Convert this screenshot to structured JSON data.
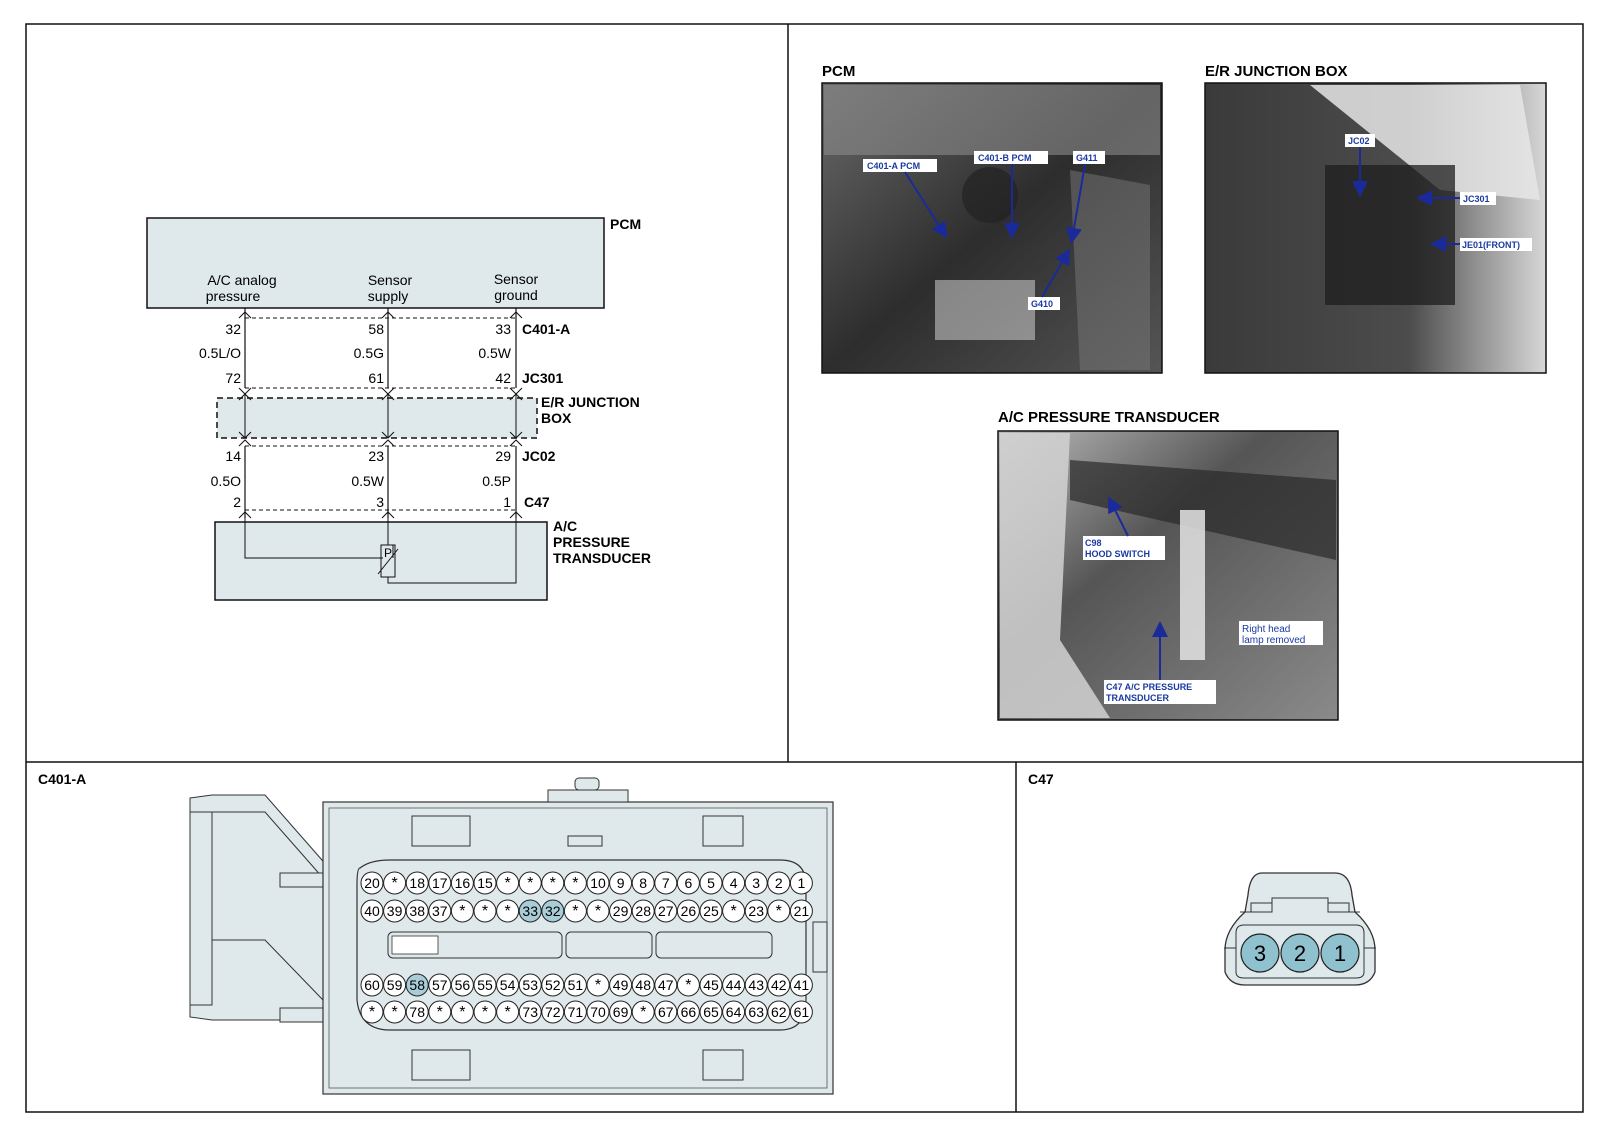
{
  "schematic": {
    "pcm_label": "PCM",
    "signals": [
      "A/C analog\npressure",
      "Sensor\nsupply",
      "Sensor\nground"
    ],
    "top_pins": [
      "32",
      "58",
      "33"
    ],
    "top_connector": "C401-A",
    "top_wires": [
      "0.5L/O",
      "0.5G",
      "0.5W"
    ],
    "mid_pins": [
      "72",
      "61",
      "42"
    ],
    "mid_connector": "JC301",
    "junction_box": "E/R  JUNCTION\nBOX",
    "low_pins": [
      "14",
      "23",
      "29"
    ],
    "low_connector": "JC02",
    "low_wires": [
      "0.5O",
      "0.5W",
      "0.5P"
    ],
    "bottom_pins": [
      "2",
      "3",
      "1"
    ],
    "bottom_connector": "C47",
    "transducer_label": "A/C\nPRESSURE\nTRANSDUCER",
    "sensor_symbol": "P"
  },
  "photos": {
    "pcm": {
      "title": "PCM",
      "labels": [
        "C401-A PCM",
        "C401-B PCM",
        "G411",
        "G410"
      ]
    },
    "er_junction_box": {
      "title": "E/R JUNCTION BOX",
      "labels": [
        "JC02",
        "JC301",
        "JE01(FRONT)"
      ]
    },
    "ac_transducer": {
      "title": "A/C PRESSURE TRANSDUCER",
      "labels": [
        "C98\nHOOD SWITCH",
        "Right head\nlamp removed",
        "C47 A/C PRESSURE\nTRANSDUCER"
      ]
    }
  },
  "connector_c401a": {
    "title": "C401-A",
    "rows": [
      [
        "20",
        "*",
        "18",
        "17",
        "16",
        "15",
        "*",
        "*",
        "*",
        "*",
        "10",
        "9",
        "8",
        "7",
        "6",
        "5",
        "4",
        "3",
        "2",
        "1"
      ],
      [
        "40",
        "39",
        "38",
        "37",
        "*",
        "*",
        "*",
        "33",
        "32",
        "*",
        "*",
        "29",
        "28",
        "27",
        "26",
        "25",
        "*",
        "23",
        "*",
        "21"
      ],
      [
        "60",
        "59",
        "58",
        "57",
        "56",
        "55",
        "54",
        "53",
        "52",
        "51",
        "*",
        "49",
        "48",
        "47",
        "*",
        "45",
        "44",
        "43",
        "42",
        "41"
      ],
      [
        "*",
        "*",
        "78",
        "*",
        "*",
        "*",
        "*",
        "73",
        "72",
        "71",
        "70",
        "69",
        "*",
        "67",
        "66",
        "65",
        "64",
        "63",
        "62",
        "61"
      ]
    ],
    "highlighted": [
      "33",
      "32",
      "58"
    ],
    "highlight_color": "#a9cdd8",
    "body_color": "#dfe8ea"
  },
  "connector_c47": {
    "title": "C47",
    "pins": [
      "3",
      "2",
      "1"
    ],
    "pin_color": "#8fc1ce",
    "body_color": "#dfe8ea"
  }
}
